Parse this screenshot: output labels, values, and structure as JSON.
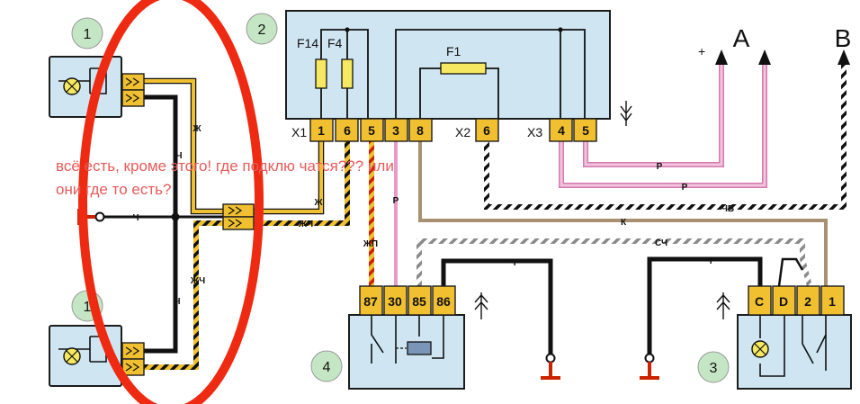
{
  "annotation": {
    "text": "всё есть, кроме этого! где подклю чатся??? или они где то есть?",
    "color": "#e85a5a"
  },
  "colors": {
    "highlight_ellipse": "#ee2a12",
    "block_fill": "#cfe6f2",
    "connector_fill": "#f0c030",
    "wire_yellow": "#f0c030",
    "wire_black": "#111111",
    "wire_pink": "#e89ac8",
    "wire_brown": "#a89070",
    "wire_red": "#cc2200"
  },
  "components": [
    {
      "number": "1",
      "label": "1"
    },
    {
      "number": "2",
      "label": "2"
    },
    {
      "number": "3",
      "label": "3"
    },
    {
      "number": "4",
      "label": "4"
    },
    {
      "number": "1",
      "label": "1"
    }
  ],
  "block2": {
    "fuses": [
      "F14",
      "F4",
      "F1"
    ],
    "connector_x1": {
      "label": "X1",
      "pins": [
        "1",
        "6",
        "5",
        "3",
        "8"
      ]
    },
    "connector_x2": {
      "label": "X2",
      "pins": [
        "6"
      ]
    },
    "connector_x3": {
      "label": "X3",
      "pins": [
        "4",
        "5"
      ]
    }
  },
  "relay4": {
    "pins": [
      "87",
      "30",
      "85",
      "86"
    ]
  },
  "switch3": {
    "pins": [
      "C",
      "D",
      "2",
      "1"
    ]
  },
  "outputs": {
    "a": "A",
    "b": "B",
    "plus": "+"
  },
  "wire_labels": {
    "zh_top": "Ж",
    "ch_upper": "Ч",
    "ch_ground": "Ч",
    "zhch_left": "ЖЧ",
    "ch_lower": "Ч",
    "zh_mid": "Ж",
    "zhch_right": "ЖЧ",
    "zhp": "ЖП",
    "p_vertical": "Р",
    "k": "К",
    "sch": "СЧ",
    "ch_relay": "Ч",
    "ch_switch": "Ч",
    "r_upper": "Р",
    "r_lower": "Р",
    "chb": "ЧБ"
  }
}
